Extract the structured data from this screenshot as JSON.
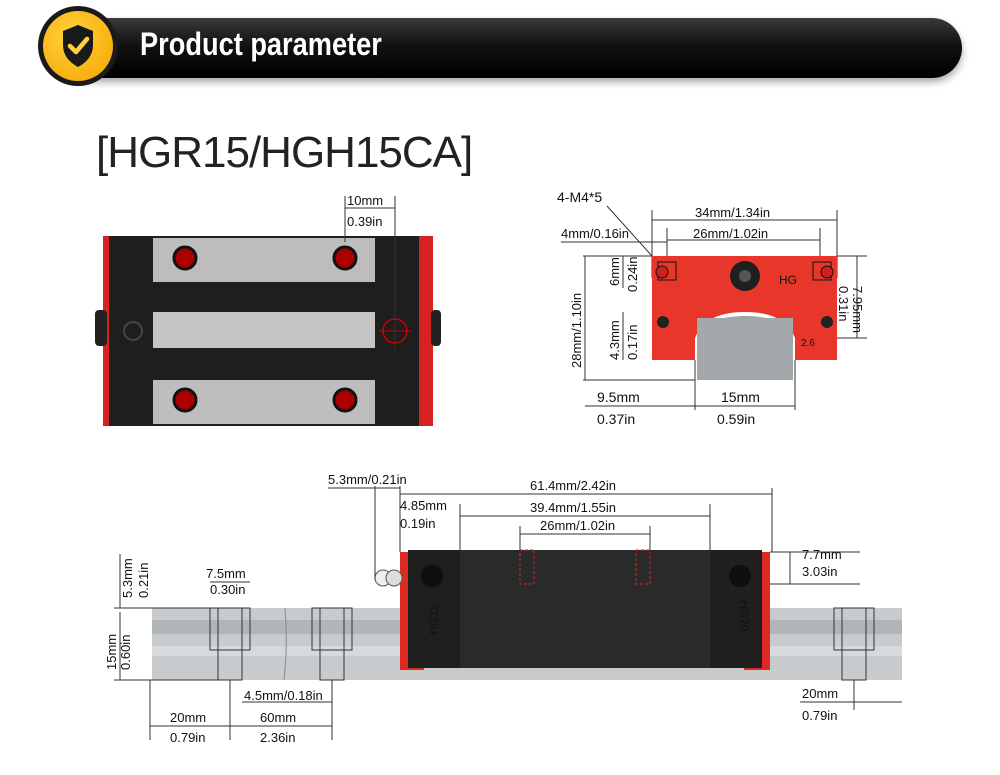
{
  "header": {
    "title": "Product parameter",
    "icon": "check-shield-icon",
    "accent_color": "#f5a300"
  },
  "model": "[HGR15/HGH15CA]",
  "top_view": {
    "dim_a_mm": "10mm",
    "dim_a_in": "0.39in"
  },
  "end_view": {
    "screw": "4-M4*5",
    "width_mm": "34mm/1.34in",
    "hole_span": "26mm/1.02in",
    "hole_dia": "4mm/0.16in",
    "height_mm": "28mm/1.10in",
    "top_mm": "6mm",
    "top_in": "0.24in",
    "side_mm": "7.95mm",
    "side_in": "0.31in",
    "low_mm": "4.3mm",
    "low_in": "0.17in",
    "off_mm": "9.5mm",
    "off_in": "0.37in",
    "rail_mm": "15mm",
    "rail_in": "0.59in",
    "body_mark_1": "HG",
    "body_mark_2": "2.6"
  },
  "side_view": {
    "d_53": "5.3mm/0.21in",
    "d_614": "61.4mm/2.42in",
    "d_485_mm": "4.85mm",
    "d_485_in": "0.19in",
    "d_394": "39.4mm/1.55in",
    "d_26": "26mm/1.02in",
    "d_77_mm": "7.7mm",
    "d_77_in": "3.03in",
    "r_53_mm": "5.3mm",
    "r_53_in": "0.21in",
    "r_75_mm": "7.5mm",
    "r_75_in": "0.30in",
    "r_15_mm": "15mm",
    "r_15_in": "0.60in",
    "r_45": "4.5mm/0.18in",
    "r_20_mm": "20mm",
    "r_20_in": "0.79in",
    "r_60_mm": "60mm",
    "r_60_in": "2.36in",
    "r_20b_mm": "20mm",
    "r_20b_in": "0.79in",
    "block_mark": "HG20",
    "block_mark_left": "HG15"
  }
}
